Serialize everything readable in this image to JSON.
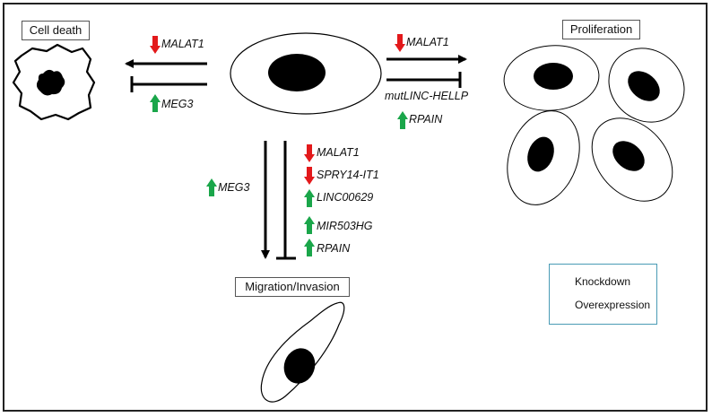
{
  "boxes": {
    "cell_death": "Cell death",
    "proliferation": "Proliferation",
    "migration": "Migration/Invasion"
  },
  "cell_death_genes": [
    {
      "name": "MALAT1",
      "regulation": "knockdown"
    },
    {
      "name": "MEG3",
      "regulation": "overexpression"
    }
  ],
  "proliferation_genes": [
    {
      "name": "MALAT1",
      "regulation": "knockdown"
    },
    {
      "name": "mutLINC-HELLP",
      "regulation": "none"
    },
    {
      "name": "RPAIN",
      "regulation": "overexpression"
    }
  ],
  "migration_left_genes": [
    {
      "name": "MEG3",
      "regulation": "overexpression"
    }
  ],
  "migration_right_genes": [
    {
      "name": "MALAT1",
      "regulation": "knockdown"
    },
    {
      "name": "SPRY14-IT1",
      "regulation": "knockdown"
    },
    {
      "name": "LINC00629",
      "regulation": "overexpression"
    },
    {
      "name": "MIR503HG",
      "regulation": "overexpression"
    },
    {
      "name": "RPAIN",
      "regulation": "overexpression"
    }
  ],
  "legend": {
    "knockdown": "Knockdown",
    "overexpression": "Overexpression"
  },
  "colors": {
    "knockdown": "#e3191b",
    "overexpression": "#1aa64a",
    "legend_border": "#4a9bb5"
  }
}
